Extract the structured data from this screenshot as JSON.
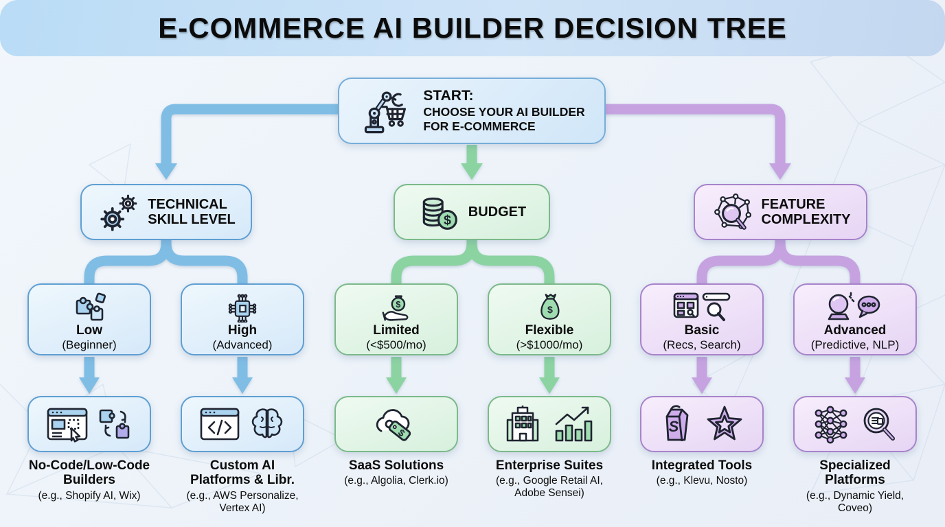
{
  "title": "E-COMMERCE AI BUILDER DECISION TREE",
  "colors": {
    "blue_branch": "#7fbde5",
    "green_branch": "#8cd3a2",
    "purple_branch": "#c6a3e0",
    "banner_bg": "#c6ddf5",
    "text": "#0c0c0c"
  },
  "start": {
    "icon": "robot-arm-shopping-cart-icon",
    "label": "START:",
    "subtitle": "CHOOSE YOUR AI BUILDER\nFOR E-COMMERCE"
  },
  "branches": [
    {
      "label": "TECHNICAL\nSKILL LEVEL",
      "icon": "gears-icon",
      "children": [
        {
          "icon": "puzzle-pieces-icon",
          "title": "Low",
          "subtitle": "(Beginner)",
          "leaf": {
            "icons": [
              "website-builder-icon",
              "puzzle-swap-icon"
            ],
            "title": "No-Code/Low-Code\nBuilders",
            "examples": "(e.g., Shopify AI, Wix)"
          }
        },
        {
          "icon": "ai-chip-icon",
          "title": "High",
          "subtitle": "(Advanced)",
          "leaf": {
            "icons": [
              "code-window-icon",
              "brain-icon"
            ],
            "title": "Custom AI\nPlatforms & Libr.",
            "examples": "(e.g., AWS Personalize,\nVertex AI)"
          }
        }
      ]
    },
    {
      "label": "BUDGET",
      "icon": "coin-stack-dollar-icon",
      "children": [
        {
          "icon": "hand-money-bag-icon",
          "title": "Limited",
          "subtitle": "(<$500/mo)",
          "leaf": {
            "icons": [
              "cloud-price-tag-icon"
            ],
            "title": "SaaS Solutions",
            "examples": "(e.g., Algolia, Clerk.io)"
          }
        },
        {
          "icon": "money-bag-icon",
          "title": "Flexible",
          "subtitle": "(>$1000/mo)",
          "leaf": {
            "icons": [
              "office-building-icon",
              "growth-chart-icon"
            ],
            "title": "Enterprise Suites",
            "examples": "(e.g., Google Retail AI,\nAdobe Sensei)"
          }
        }
      ]
    },
    {
      "label": "FEATURE\nCOMPLEXITY",
      "icon": "network-magnifier-icon",
      "children": [
        {
          "icon": "browser-search-icon",
          "title": "Basic",
          "subtitle": "(Recs, Search)",
          "leaf": {
            "icons": [
              "shopping-bag-icon",
              "star-icon"
            ],
            "title": "Integrated Tools",
            "examples": "(e.g., Klevu, Nosto)"
          }
        },
        {
          "icon": "crystal-ball-chat-icon",
          "title": "Advanced",
          "subtitle": "(Predictive, NLP)",
          "leaf": {
            "icons": [
              "neural-network-icon",
              "search-document-icon"
            ],
            "title": "Specialized\nPlatforms",
            "examples": "(e.g., Dynamic Yield,\nCoveo)"
          }
        }
      ]
    }
  ]
}
